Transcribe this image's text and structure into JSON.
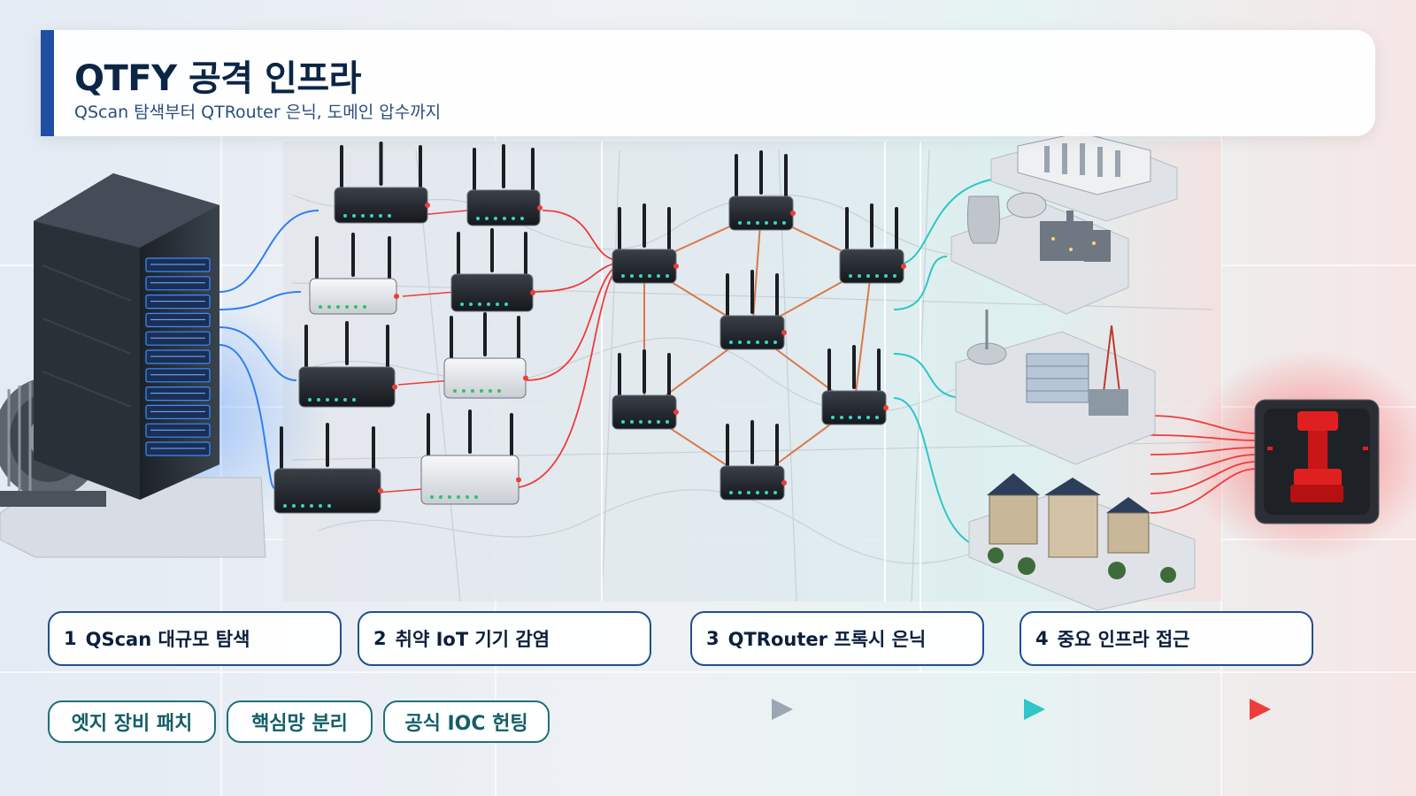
{
  "header": {
    "title": "QTFY 공격 인프라",
    "subtitle": "QScan 탐색부터 QTRouter 은닉, 도메인 압수까지"
  },
  "stages": [
    {
      "number": "1",
      "label": "QScan 대규모 탐색"
    },
    {
      "number": "2",
      "label": "취약 IoT 기기 감염"
    },
    {
      "number": "3",
      "label": "QTRouter 프록시 은닉"
    },
    {
      "number": "4",
      "label": "중요 인프라 접근"
    }
  ],
  "countermeasures": [
    "엣지 장비 패치",
    "핵심망 분리",
    "공식 IOC 헌팅"
  ],
  "colors": {
    "accent": "#1e4fa3",
    "scan_blue": "#2f7ff0",
    "infect_red": "#ef3b3b",
    "proxy_orange": "#d9784a",
    "infra_cyan": "#2ec6c6",
    "kill_switch": "#e02020"
  }
}
